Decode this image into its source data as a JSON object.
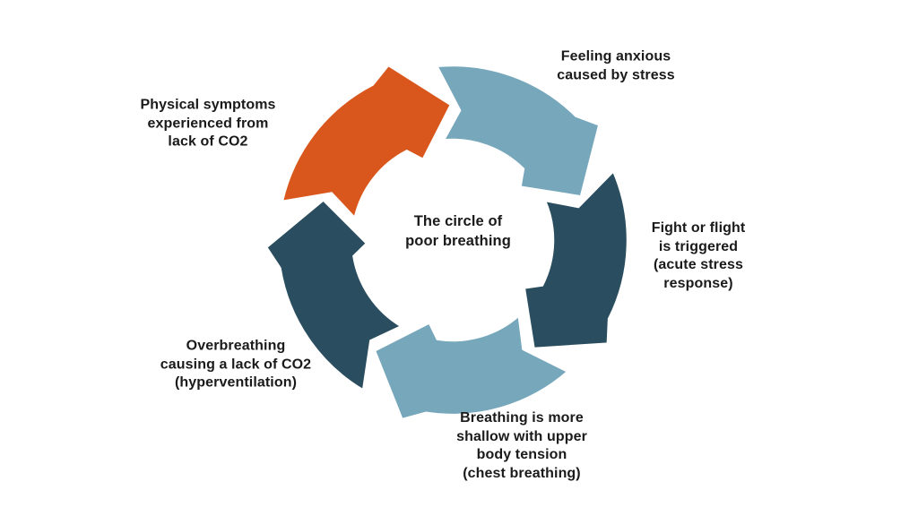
{
  "diagram": {
    "type": "cycle",
    "center_label": "The circle of\npoor breathing",
    "steps": [
      {
        "id": "feeling-anxious",
        "label": "Feeling anxious\ncaused by stress",
        "position": "top-right",
        "arrow_color": "#76A7BB"
      },
      {
        "id": "fight-or-flight",
        "label": "Fight or flight\nis triggered\n(acute stress\nresponse)",
        "position": "right",
        "arrow_color": "#2A4E5F"
      },
      {
        "id": "shallow-breathing",
        "label": "Breathing is more\nshallow with upper\nbody tension\n(chest breathing)",
        "position": "bottom",
        "arrow_color": "#76A7BB"
      },
      {
        "id": "overbreathing",
        "label": "Overbreathing\ncausing a lack of CO2\n(hyperventilation)",
        "position": "bottom-left",
        "arrow_color": "#2A4E5F"
      },
      {
        "id": "physical-symptoms",
        "label": "Physical symptoms\nexperienced from\nlack of CO2",
        "position": "top-left",
        "arrow_color": "#D9571D"
      }
    ],
    "colors": {
      "orange": "#D9571D",
      "light_blue": "#76A7BB",
      "dark_teal": "#2A4E5F",
      "text": "#1A1A1A",
      "background": "#FFFFFF",
      "arrow_outline": "#FFFFFF"
    }
  }
}
